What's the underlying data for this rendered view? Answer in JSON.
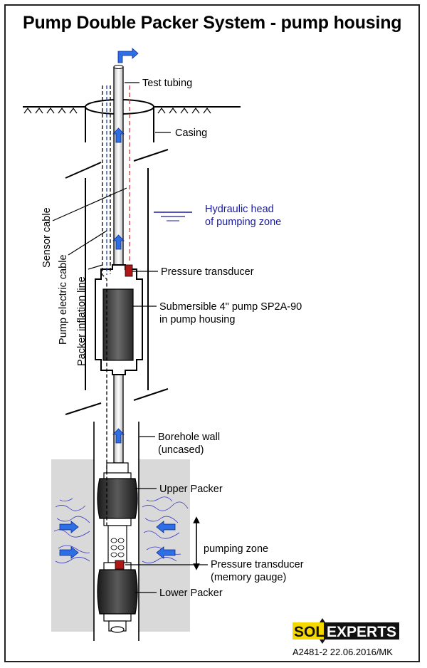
{
  "title": "Pump Double Packer System - pump housing",
  "labels": {
    "test_tubing": "Test tubing",
    "casing": "Casing",
    "hydraulic_head_line1": "Hydraulic head",
    "hydraulic_head_line2": "of pumping zone",
    "pressure_transducer": "Pressure transducer",
    "pump_line1": "Submersible 4\" pump SP2A-90",
    "pump_line2": "in pump housing",
    "borehole_line1": "Borehole wall",
    "borehole_line2": "(uncased)",
    "upper_packer": "Upper Packer",
    "pumping_zone": "pumping zone",
    "memory_gauge_line1": "Pressure transducer",
    "memory_gauge_line2": "(memory gauge)",
    "lower_packer": "Lower Packer",
    "sensor_cable": "Sensor cable",
    "pump_electric_cable": "Pump electric cable",
    "packer_inflation_line": "Packer inflation line"
  },
  "logo": {
    "part1": "SOL",
    "part2": "EXPERTS"
  },
  "reference": "A2481-2   22.06.2016/MK",
  "colors": {
    "flow_arrow": "#2f6fe6",
    "hydraulic_head": "#1a1aa0",
    "transducer": "#b01818",
    "rock": "#d9d9d9",
    "packer": "#2a2a2a",
    "logo_yellow": "#f5d800"
  }
}
